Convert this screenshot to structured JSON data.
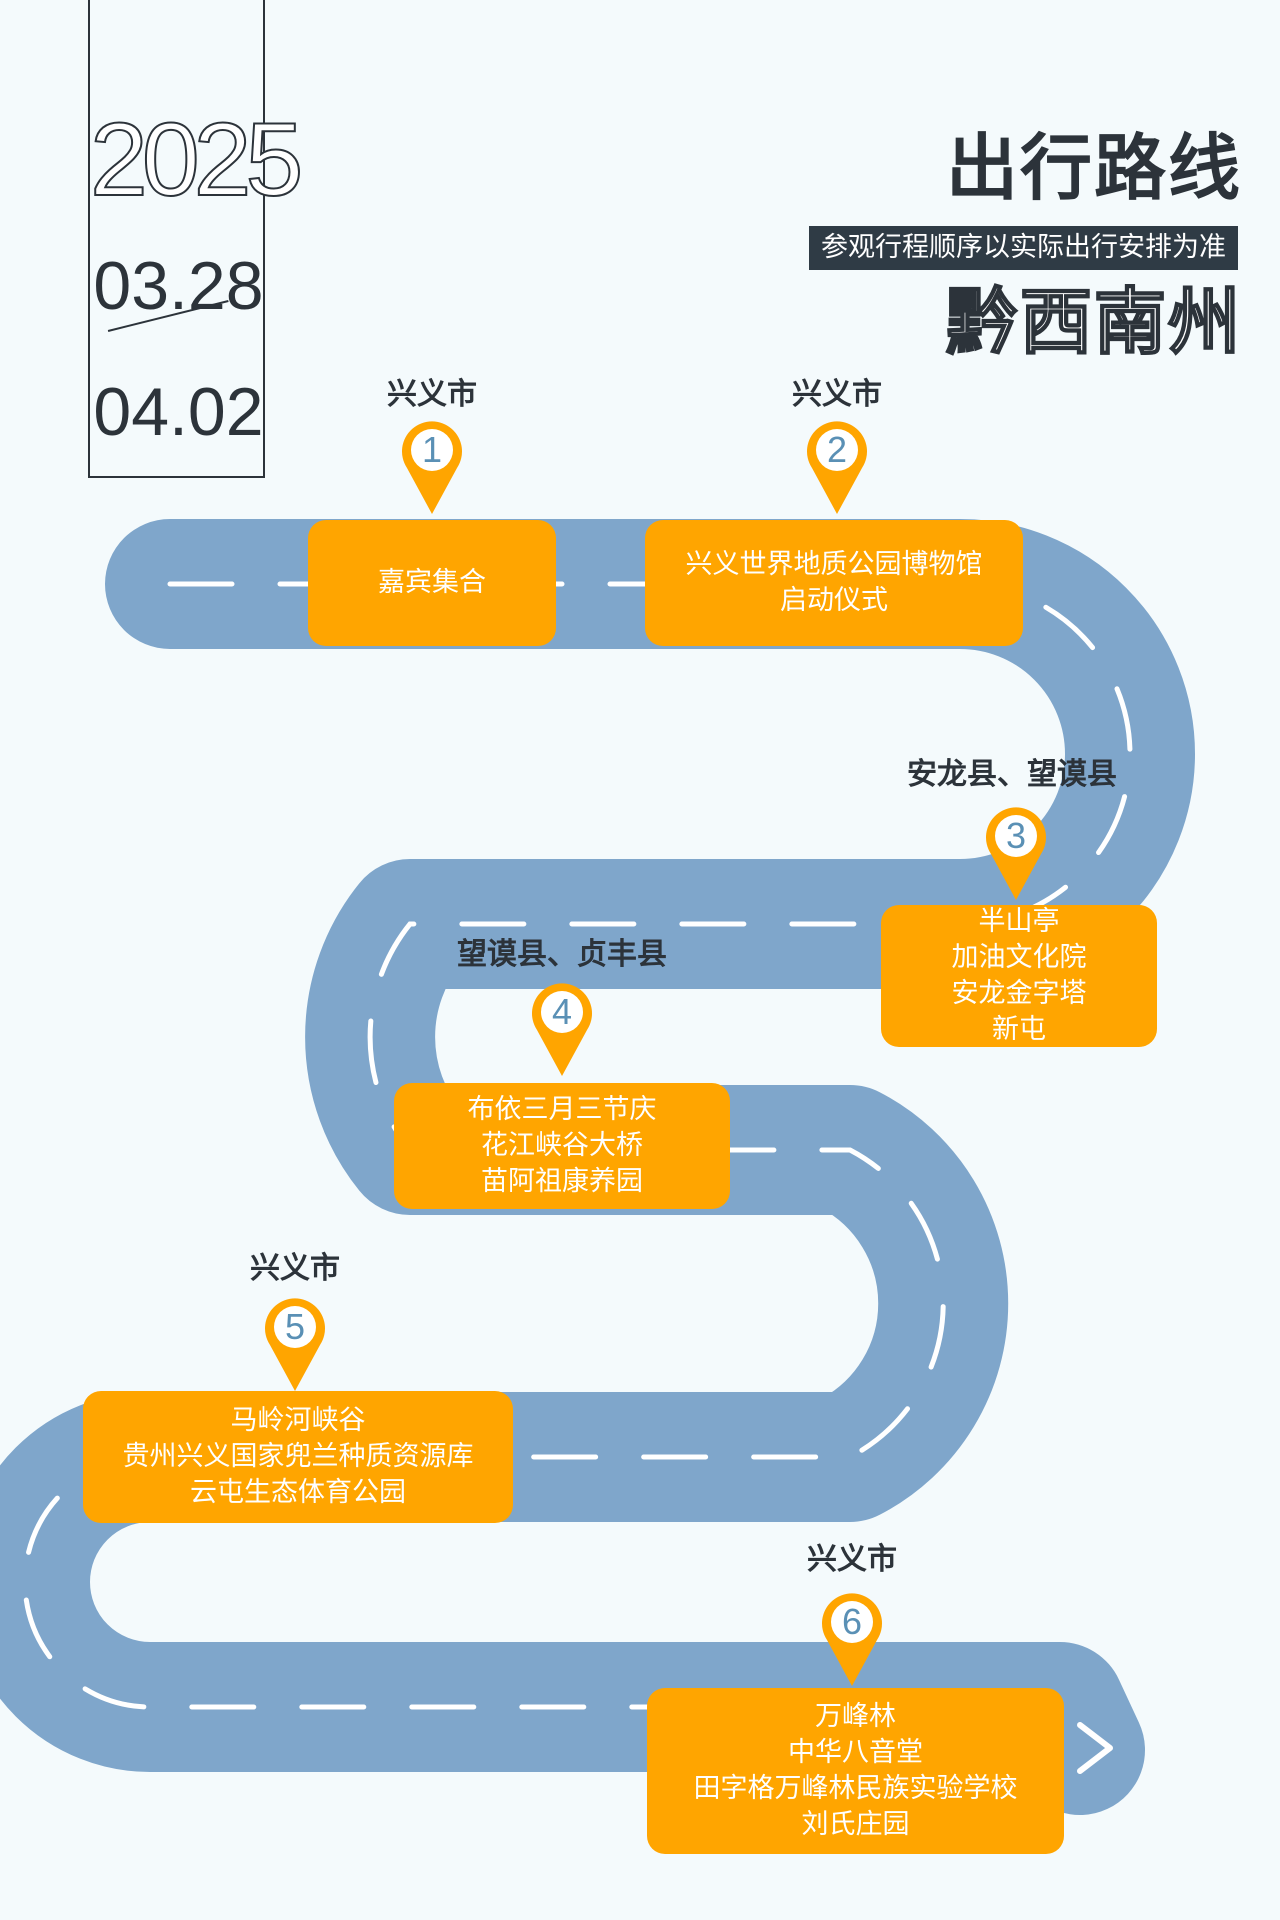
{
  "header": {
    "year": "2025",
    "date_start": "03.28",
    "date_end": "04.02",
    "title": "出行路线",
    "subtitle": "参观行程顺序以实际出行安排为准",
    "region": "黔西南州"
  },
  "colors": {
    "road": "#7fa6cb",
    "stop": "#ffa500",
    "pin_number": "#5a90b5",
    "text": "#2c333a",
    "background": "#f4fafc"
  },
  "stops": [
    {
      "number": "1",
      "city": "兴义市",
      "lines": [
        "嘉宾集合"
      ]
    },
    {
      "number": "2",
      "city": "兴义市",
      "lines": [
        "兴义世界地质公园博物馆",
        "启动仪式"
      ]
    },
    {
      "number": "3",
      "city": "安龙县、望谟县",
      "lines": [
        "半山亭",
        "加油文化院",
        "安龙金字塔",
        "新屯"
      ]
    },
    {
      "number": "4",
      "city": "望谟县、贞丰县",
      "lines": [
        "布依三月三节庆",
        "花江峡谷大桥",
        "苗阿祖康养园"
      ]
    },
    {
      "number": "5",
      "city": "兴义市",
      "lines": [
        "马岭河峡谷",
        "贵州兴义国家兜兰种质资源库",
        "云屯生态体育公园"
      ]
    },
    {
      "number": "6",
      "city": "兴义市",
      "lines": [
        "万峰林",
        "中华八音堂",
        "田字格万峰林民族实验学校",
        "刘氏庄园"
      ]
    }
  ]
}
